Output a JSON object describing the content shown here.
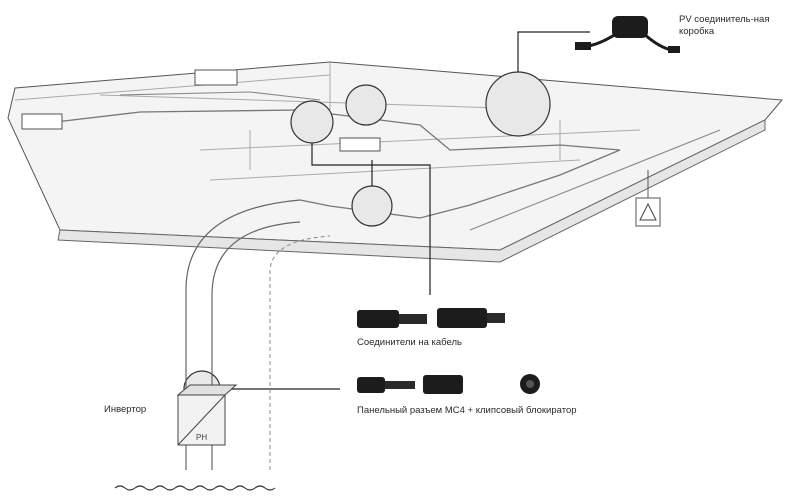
{
  "labels": {
    "pv_junction_box": "PV соединитель-ная коробка",
    "cable_connectors": "Соединители на кабель",
    "panel_connector": "Панельный разъем MC4 + клипсовый блокиратор",
    "inverter": "Инвертор",
    "inverter_marking": "PH"
  },
  "colors": {
    "line": "#333333",
    "panel_fill": "#f3f3f3",
    "connector": "#1a1a1a"
  },
  "icons": [
    "warning-sign-icon"
  ]
}
